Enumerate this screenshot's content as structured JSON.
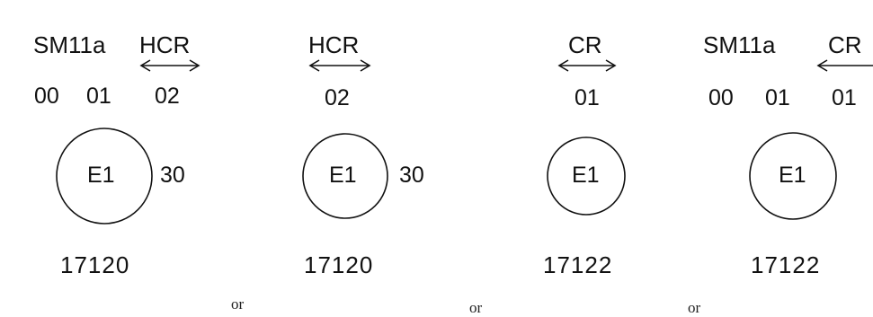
{
  "panels": [
    {
      "label_a": "SM11a",
      "label_b": "HCR",
      "codes": [
        "00",
        "01",
        "02"
      ],
      "node": "E1",
      "side": "30",
      "id": "17120"
    },
    {
      "label_b": "HCR",
      "codes": [
        "02"
      ],
      "node": "E1",
      "side": "30",
      "id": "17120"
    },
    {
      "label_b": "CR",
      "codes": [
        "01"
      ],
      "node": "E1",
      "id": "17122"
    },
    {
      "label_a": "SM11a",
      "label_b": "CR",
      "codes": [
        "00",
        "01",
        "01"
      ],
      "node": "E1",
      "id": "17122"
    }
  ],
  "separators": [
    "or",
    "or",
    "or"
  ]
}
